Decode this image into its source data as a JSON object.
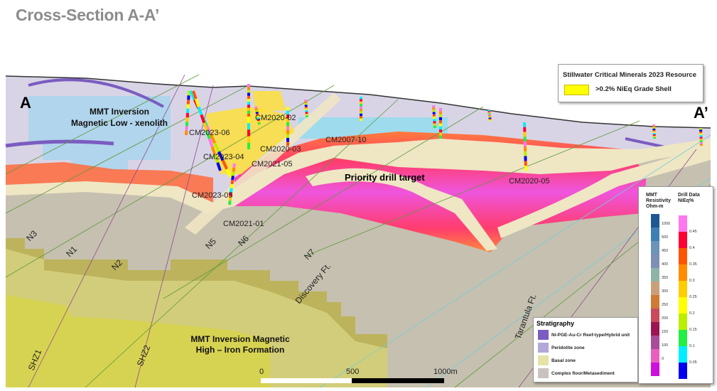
{
  "title": "Cross-Section A-A’",
  "section_ends": {
    "left": "A",
    "right": "A’"
  },
  "annotations": {
    "magnetic_low_line1": "MMT Inversion",
    "magnetic_low_line2": "Magnetic Low  - xenolith",
    "priority_target": "Priority drill target",
    "magnetic_high_line1": "MMT Inversion Magnetic",
    "magnetic_high_line2": "High – Iron Formation"
  },
  "drill_holes": [
    "CM2020-02",
    "CM2023-06",
    "CM2023-04",
    "CM2020-03",
    "CM2021-05",
    "CM2007-10",
    "CM2023-05",
    "CM2021-01",
    "CM2020-05"
  ],
  "faults": [
    "N3",
    "N1",
    "N2",
    "N5",
    "N6",
    "N7",
    "Discovery Ft.",
    "SHZ1",
    "SHZ2",
    "Tarantula Ft."
  ],
  "scale_bar": {
    "labels": [
      "0",
      "500",
      "1000m"
    ]
  },
  "resource_legend": {
    "title": "Stillwater Critical Minerals 2023 Resource",
    "item": ">0.2% NiEq  Grade Shell",
    "color": "#ffff00"
  },
  "stratigraphy_legend": {
    "title": "Stratigraphy",
    "items": [
      {
        "label": "Ni-PGE-Au-Cr Reef-type/Hybrid unit",
        "color": "#7b5cc0"
      },
      {
        "label": "Peridotite zone",
        "color": "#b3a8d8"
      },
      {
        "label": "Basal zone",
        "color": "#e4e3a8"
      },
      {
        "label": "Complex floor/Metasediment",
        "color": "#c9c2c0"
      }
    ]
  },
  "scale_legend": {
    "resistivity_title": "MMT Resistivity Ohm-m",
    "resistivity_title_lines": [
      "MMT",
      "Resistivity",
      "Ohm-m"
    ],
    "resistivity_ticks": [
      "1000",
      "500",
      "450",
      "400",
      "350",
      "300",
      "250",
      "200",
      "150",
      "100",
      "0"
    ],
    "resistivity_colors": [
      "#1f5795",
      "#3d7fb4",
      "#6c93b8",
      "#7e8fb4",
      "#8fb3a8",
      "#c9a07a",
      "#cf7a35",
      "#c84a5c",
      "#9c1550",
      "#a84c98",
      "#e85fbf",
      "#cc11dd"
    ],
    "nieq_title_lines": [
      "Drill Data",
      "NiEq%"
    ],
    "nieq_ticks": [
      "0.45",
      "0.4",
      "0.35",
      "0.3",
      "0.25",
      "0.2",
      "0.15",
      "0.1",
      "0.05"
    ],
    "nieq_colors": [
      "#ff77ee",
      "#ff0033",
      "#ff5500",
      "#ff8c00",
      "#ffcc00",
      "#ffff00",
      "#bbee00",
      "#22ee44",
      "#00eeff",
      "#0000ee"
    ]
  }
}
